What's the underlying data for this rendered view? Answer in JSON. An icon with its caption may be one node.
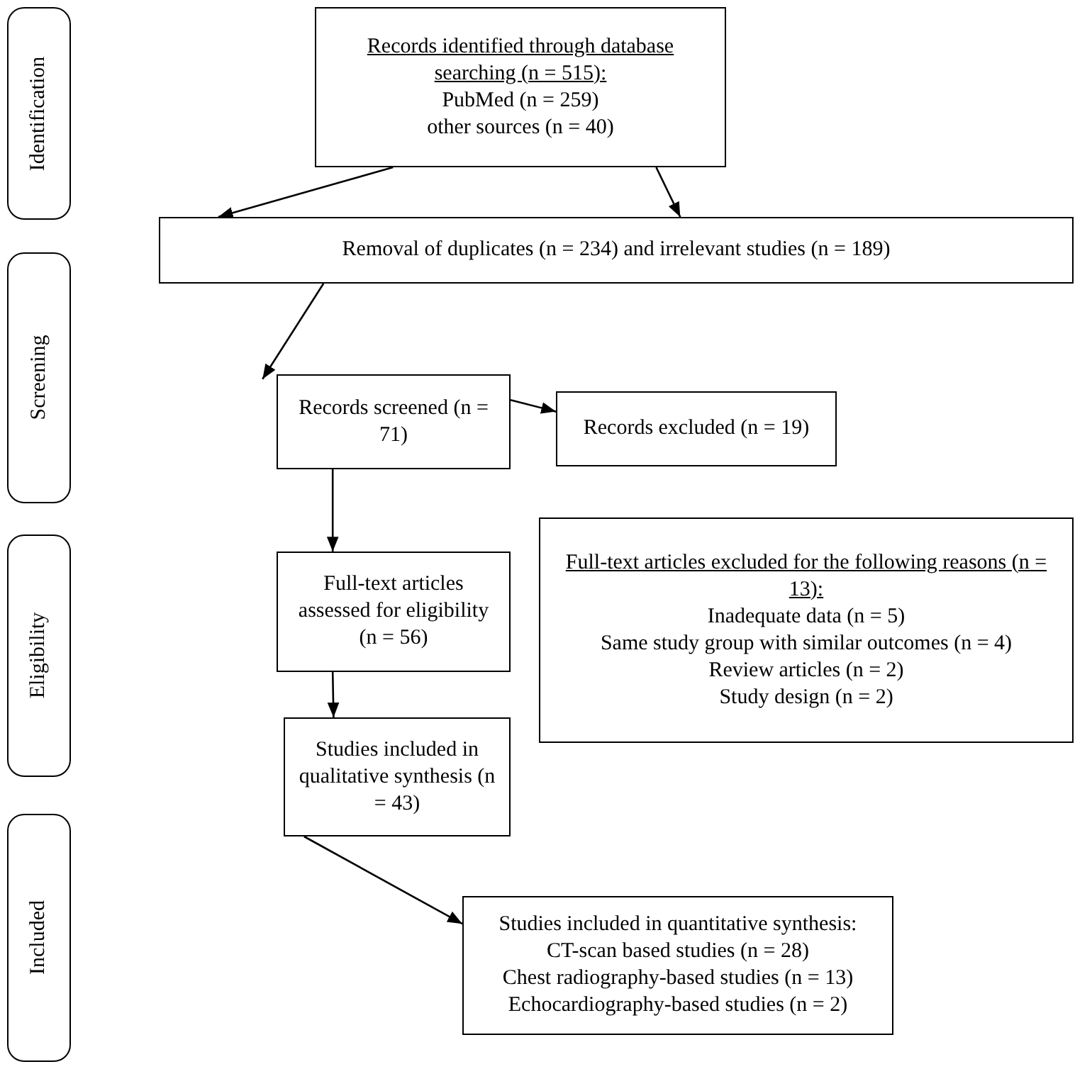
{
  "diagram": {
    "nodes": [
      {
        "text": [
          "Identification"
        ]
      },
      {
        "text": [
          "Screening"
        ]
      },
      {
        "text": [
          "Eligibility"
        ]
      },
      {
        "text": [
          "Included"
        ]
      },
      {
        "text": [
          "Records identified through database searching (n = 515):",
          "PubMed (n = 259)",
          "other sources (n = 40)"
        ]
      },
      {
        "text": [
          "Removal of duplicates (n = 234) and irrelevant studies (n = 189)"
        ]
      },
      {
        "text": [
          "Records screened (n = 71)"
        ]
      },
      {
        "text": [
          "Records excluded (n = 19)"
        ]
      },
      {
        "text": [
          "Full-text articles assessed for eligibility (n = 56)"
        ]
      },
      {
        "text": [
          "Full-text articles excluded for the following reasons (n = 13):",
          "Inadequate data (n = 5)",
          "Same study group with similar outcomes (n = 4)",
          "Review articles (n = 2)",
          "Study design (n = 2)"
        ]
      },
      {
        "text": [
          "Studies included in qualitative synthesis (n = 43)"
        ]
      },
      {
        "text": [
          "Studies included in quantitative synthesis:",
          "CT-scan based studies (n = 28)",
          "Chest radiography-based studies (n = 13)",
          "Echocardiography-based studies (n = 2)"
        ]
      }
    ],
    "edges": [
      {
        "from": 4,
        "to": 5,
        "arrow": "to"
      },
      {
        "from": 4,
        "to": 5,
        "arrow": "to"
      },
      {
        "from": 5,
        "to": 6,
        "arrow": "to"
      },
      {
        "from": 6,
        "to": 7,
        "arrow": "to"
      },
      {
        "from": 6,
        "to": 8,
        "arrow": "to"
      },
      {
        "from": 8,
        "to": 10,
        "arrow": "to"
      },
      {
        "from": 10,
        "to": 11,
        "arrow": "to"
      }
    ]
  }
}
